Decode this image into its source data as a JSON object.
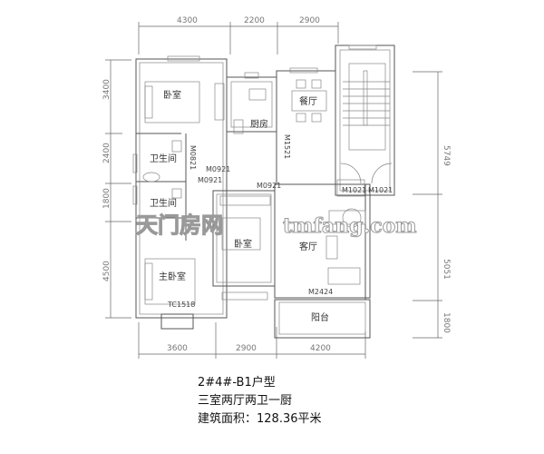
{
  "plan": {
    "dimensions": {
      "top": [
        "4300",
        "2200",
        "2900"
      ],
      "bottom": [
        "3600",
        "2900",
        "4200"
      ],
      "left": [
        "3400",
        "2400",
        "1800",
        "4500"
      ],
      "right": [
        "5749",
        "5051",
        "1800"
      ]
    },
    "rooms": {
      "bedroom_north": "卧室",
      "kitchen": "厨房",
      "dining": "餐厅",
      "bathroom_1": "卫生间",
      "bathroom_2": "卫生间",
      "bedroom_second": "卧室",
      "master_bedroom": "主卧室",
      "living": "客厅",
      "balcony": "阳台"
    },
    "codes": {
      "kitchen_door": "M1521",
      "stair_door_left": "M1021",
      "stair_door_right": "M1021",
      "bath_door_vertical": "M0821",
      "bath_door_a": "M0921",
      "bath_door_b": "M0921",
      "bedroom_door": "M0921",
      "balcony_door": "M2424",
      "master_window": "TC1518"
    },
    "watermark": {
      "cn": "天门房网",
      "en": "tmfang.com"
    }
  },
  "caption": {
    "unit_type": "2#4#-B1户型",
    "layout": "三室两厅两卫一厨",
    "area": "建筑面积：128.36平米"
  }
}
